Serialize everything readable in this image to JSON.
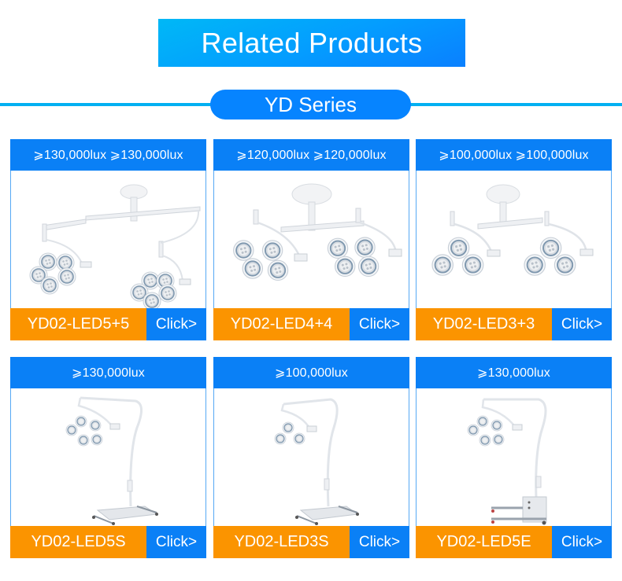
{
  "header": {
    "title": "Related Products",
    "series": "YD Series"
  },
  "colors": {
    "banner_start": "#00b8f6",
    "banner_end": "#0a80ff",
    "divider": "#00b0f2",
    "card_header_blue": "#0a80f6",
    "model_orange": "#fb9400"
  },
  "products": [
    {
      "lux": "⩾130,000lux ⩾130,000lux",
      "model": "YD02-LED5+5",
      "click": "Click>",
      "image": "ceiling-double-5-head-surgical-light"
    },
    {
      "lux": "⩾120,000lux ⩾120,000lux",
      "model": "YD02-LED4+4",
      "click": "Click>",
      "image": "ceiling-double-4-head-surgical-light"
    },
    {
      "lux": "⩾100,000lux ⩾100,000lux",
      "model": "YD02-LED3+3",
      "click": "Click>",
      "image": "ceiling-double-3-head-surgical-light"
    },
    {
      "lux": "⩾130,000lux",
      "model": "YD02-LED5S",
      "click": "Click>",
      "image": "mobile-stand-5-head-surgical-light"
    },
    {
      "lux": "⩾100,000lux",
      "model": "YD02-LED3S",
      "click": "Click>",
      "image": "mobile-stand-3-head-surgical-light"
    },
    {
      "lux": "⩾130,000lux",
      "model": "YD02-LED5E",
      "click": "Click>",
      "image": "mobile-battery-5-head-surgical-light"
    }
  ]
}
